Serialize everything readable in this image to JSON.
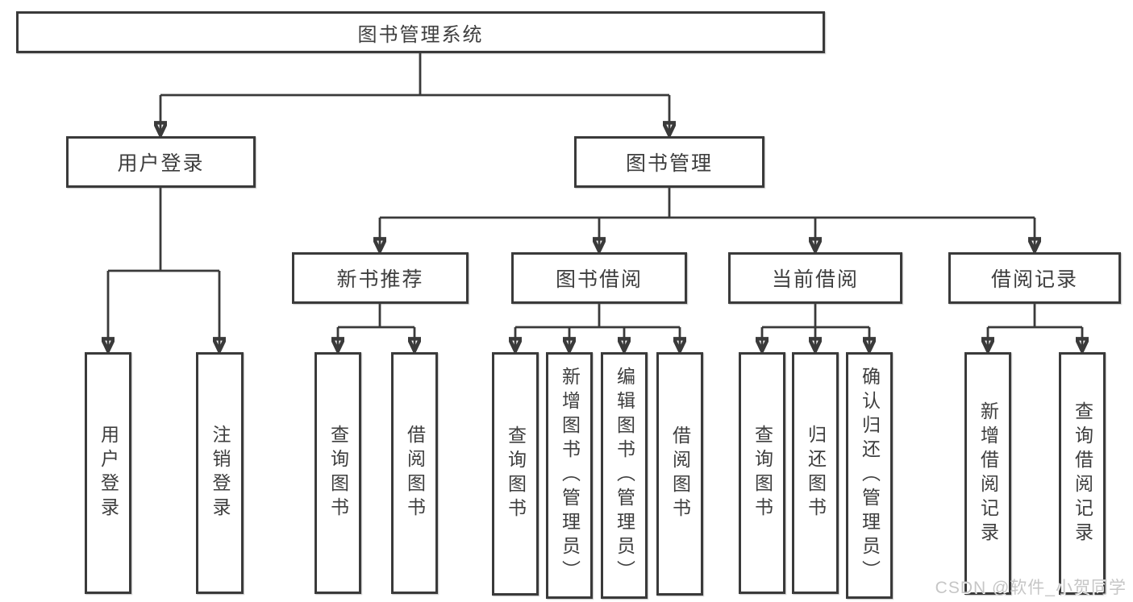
{
  "diagram_type": "hierarchy",
  "tree": {
    "root": {
      "label": "图书管理系统",
      "children": [
        {
          "label": "用户登录",
          "children": [
            {
              "label": "用户登录"
            },
            {
              "label": "注销登录"
            }
          ]
        },
        {
          "label": "图书管理",
          "children": [
            {
              "label": "新书推荐",
              "children": [
                {
                  "label": "查询图书"
                },
                {
                  "label": "借阅图书"
                }
              ]
            },
            {
              "label": "图书借阅",
              "children": [
                {
                  "label": "查询图书"
                },
                {
                  "label": "新增图书（管理员）"
                },
                {
                  "label": "编辑图书（管理员）"
                },
                {
                  "label": "借阅图书"
                }
              ]
            },
            {
              "label": "当前借阅",
              "children": [
                {
                  "label": "查询图书"
                },
                {
                  "label": "归还图书"
                },
                {
                  "label": "确认归还（管理员）"
                }
              ]
            },
            {
              "label": "借阅记录",
              "children": [
                {
                  "label": "新增借阅记录"
                },
                {
                  "label": "查询借阅记录"
                }
              ]
            }
          ]
        }
      ]
    }
  },
  "watermark": {
    "text": "CSDN @软件_小贺同学"
  },
  "colors": {
    "line": "#3a3a3a",
    "box_border": "#3a3a3a",
    "text": "#3e3e3e",
    "background": "#ffffff",
    "watermark_text": "#c6c6c6"
  }
}
